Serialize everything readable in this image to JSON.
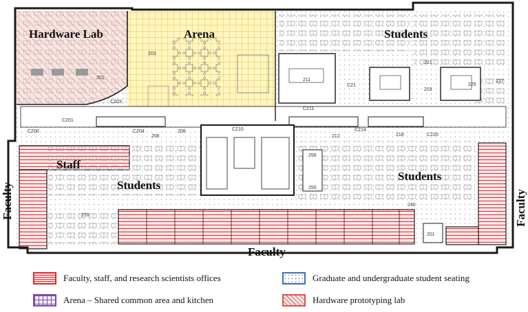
{
  "zone_labels": {
    "hardware_lab": "Hardware Lab",
    "arena": "Arena",
    "students_top": "Students",
    "staff": "Staff",
    "students_left": "Students",
    "students_right": "Students",
    "faculty_left": "Faculty",
    "faculty_right": "Faculty",
    "faculty_bottom": "Faculty"
  },
  "room_numbers": {
    "r301": "301",
    "r203": "203",
    "r211": "211",
    "r221": "221",
    "r219": "219",
    "r225": "225",
    "r227": "227",
    "rC203": "C203",
    "rC201": "C201",
    "rC200": "C200",
    "rC204": "C204",
    "r206": "206",
    "r208": "208",
    "rC210": "C210",
    "rC211": "C211",
    "r212": "212",
    "rC214": "C214",
    "r218": "218",
    "rC220": "C220",
    "r256": "256",
    "r250": "250",
    "r240": "240",
    "r276": "276",
    "r201": "201",
    "rC21": "C21"
  },
  "legend": [
    {
      "label": "Faculty, staff, and research scientists offices",
      "color": "#e3262c",
      "pattern": "horizontal-lines"
    },
    {
      "label": "Graduate and undergraduate student seating",
      "color": "#3a6fb5",
      "pattern": "dots"
    },
    {
      "label": "Arena – Shared common area and kitchen",
      "color": "#7a4aa8",
      "pattern": "grid"
    },
    {
      "label": "Hardware prototyping lab",
      "color": "#d9534f",
      "pattern": "diagonal-lines"
    }
  ],
  "colors": {
    "faculty_hatch": "#e3262c",
    "arena_grid": "#e8c230",
    "arena_fill": "#fff6c4",
    "hardware_hatch": "#d98a8a",
    "student_dots": "#9aa6c0",
    "walls": "#1a1a1a"
  }
}
